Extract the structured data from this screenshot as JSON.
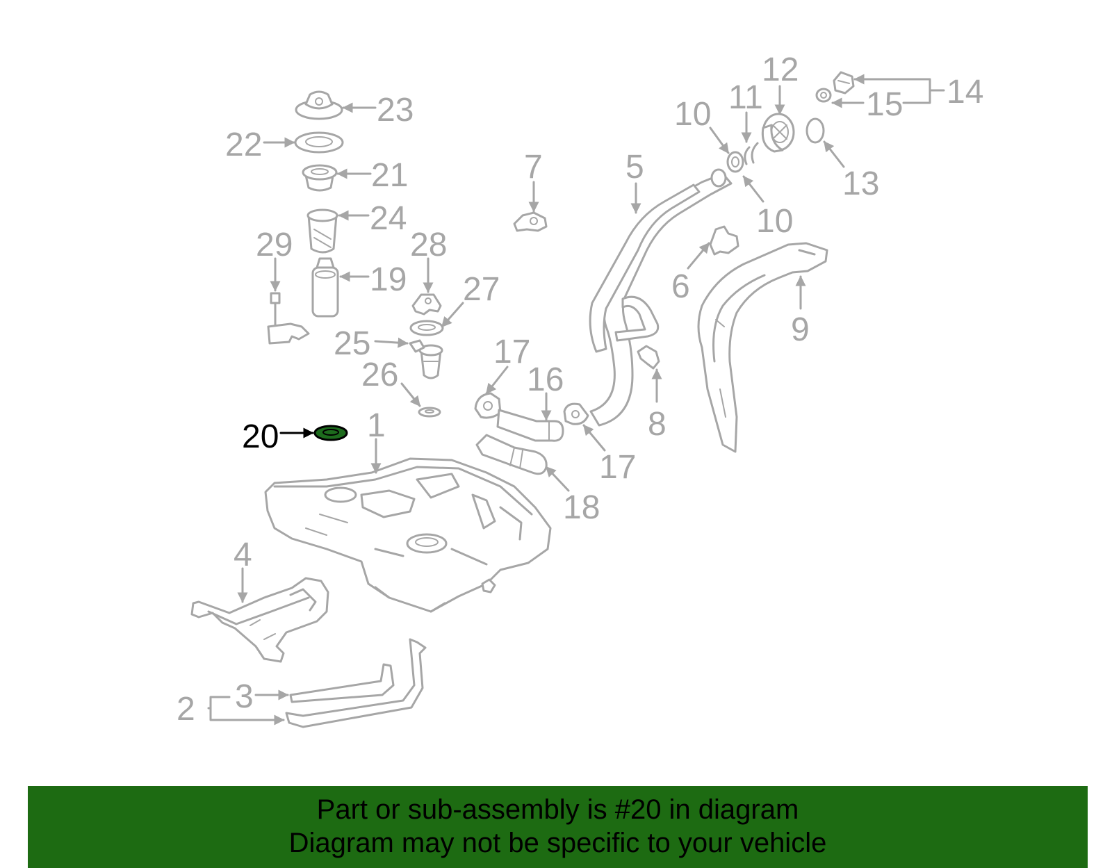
{
  "diagram": {
    "highlighted_part": "20",
    "callouts": {
      "p1": "1",
      "p2": "2",
      "p3": "3",
      "p4": "4",
      "p5": "5",
      "p6": "6",
      "p7": "7",
      "p8": "8",
      "p9": "9",
      "p10a": "10",
      "p10b": "10",
      "p11": "11",
      "p12": "12",
      "p13": "13",
      "p14": "14",
      "p15": "15",
      "p16": "16",
      "p17a": "17",
      "p17b": "17",
      "p18": "18",
      "p19": "19",
      "p20": "20",
      "p21": "21",
      "p22": "22",
      "p23": "23",
      "p24": "24",
      "p25": "25",
      "p26": "26",
      "p27": "27",
      "p28": "28",
      "p29": "29"
    },
    "colors": {
      "parts": "#a6a6a6",
      "highlight": "#1d6b1d",
      "banner": "#1d6b12",
      "text_highlight": "#000000"
    }
  },
  "banner": {
    "line1": "Part or sub-assembly is #20 in diagram",
    "line2": "Diagram may not be specific to your vehicle"
  }
}
